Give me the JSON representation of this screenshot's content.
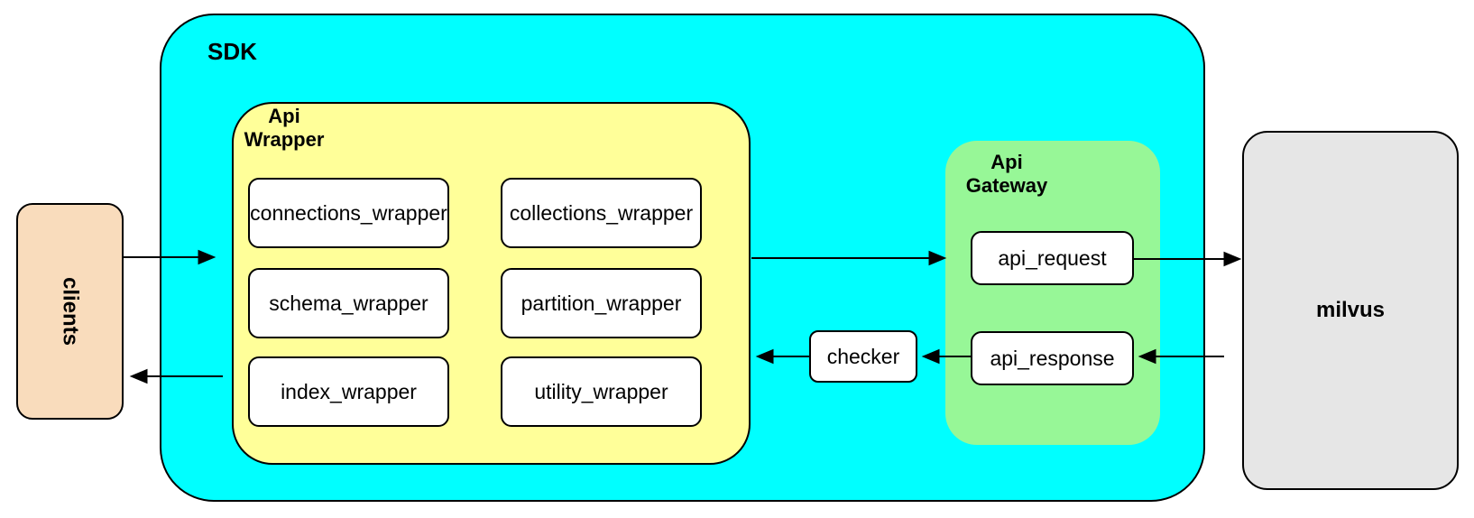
{
  "clients": {
    "label": "clients"
  },
  "sdk": {
    "label": "SDK",
    "api_wrapper": {
      "label": "Api\nWrapper",
      "boxes": [
        {
          "label": "connections_wrapper"
        },
        {
          "label": "collections_wrapper"
        },
        {
          "label": "schema_wrapper"
        },
        {
          "label": "partition_wrapper"
        },
        {
          "label": "index_wrapper"
        },
        {
          "label": "utility_wrapper"
        }
      ]
    },
    "checker": {
      "label": "checker"
    },
    "api_gateway": {
      "label": "Api\nGateway",
      "boxes": [
        {
          "label": "api_request"
        },
        {
          "label": "api_response"
        }
      ]
    }
  },
  "milvus": {
    "label": "milvus"
  },
  "connections": [
    {
      "from": "clients",
      "to": "api_wrapper"
    },
    {
      "from": "api_wrapper",
      "to": "clients"
    },
    {
      "from": "api_wrapper",
      "to": "api_gateway"
    },
    {
      "from": "api_request",
      "to": "milvus"
    },
    {
      "from": "milvus",
      "to": "api_response"
    },
    {
      "from": "api_response",
      "to": "checker"
    },
    {
      "from": "checker",
      "to": "api_wrapper"
    }
  ],
  "colors": {
    "sdk_fill": "#00FFFF",
    "api_wrapper_fill": "#FFFF99",
    "api_gateway_fill": "#97F797",
    "clients_fill": "#F9DCBC",
    "milvus_fill": "#E6E6E6",
    "node_fill": "#FFFFFF",
    "border": "#000000"
  }
}
